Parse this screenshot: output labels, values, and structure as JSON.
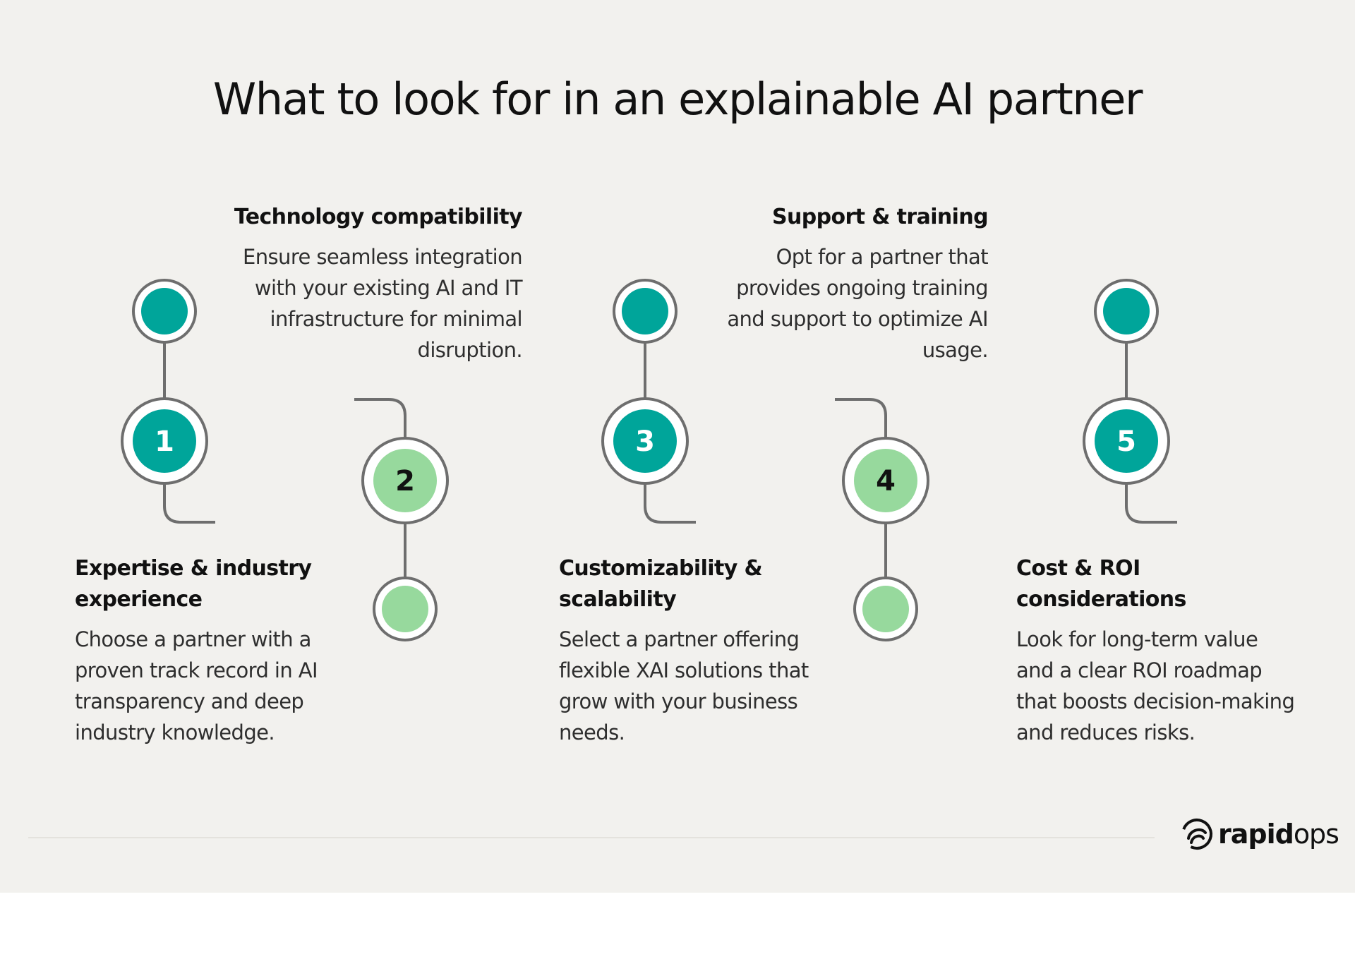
{
  "title": "What to look for in an explainable AI partner",
  "colors": {
    "background": "#f2f1ee",
    "teal": "#00a59a",
    "light_green": "#97d99d",
    "connector": "#6e6e6e"
  },
  "steps": [
    {
      "number": "1",
      "heading": "Expertise & industry experience",
      "body": "Choose a partner with a proven track record in AI transparency and deep industry knowledge.",
      "color": "#00a59a",
      "number_color": "#ffffff"
    },
    {
      "number": "2",
      "heading": "Technology compatibility",
      "body": "Ensure seamless integration with your existing AI and IT infrastructure for minimal disruption.",
      "color": "#97d99d",
      "number_color": "#111111"
    },
    {
      "number": "3",
      "heading": "Customizability & scalability",
      "body": "Select a partner offering flexible XAI solutions that grow with your business needs.",
      "color": "#00a59a",
      "number_color": "#ffffff"
    },
    {
      "number": "4",
      "heading": "Support & training",
      "body": "Opt for a partner that provides ongoing training and support to optimize AI usage.",
      "color": "#97d99d",
      "number_color": "#111111"
    },
    {
      "number": "5",
      "heading": "Cost & ROI considerations",
      "body": "Look for long-term value and a clear ROI roadmap that boosts decision-making and reduces risks.",
      "color": "#00a59a",
      "number_color": "#ffffff"
    }
  ],
  "logo": {
    "text_bold": "rapid",
    "text_regular": "ops",
    "icon": "rapidops-swirl-icon"
  }
}
